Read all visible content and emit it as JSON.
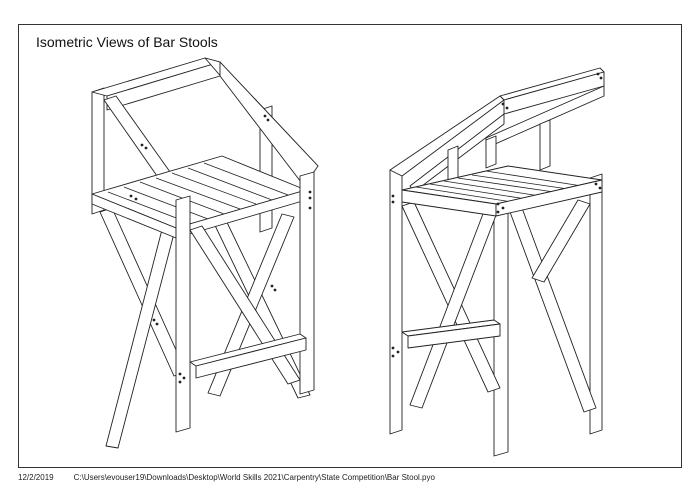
{
  "sheet": {
    "title": "Isometric Views of Bar Stools",
    "date": "12/2/2019",
    "file_path": "C:\\Users\\evouser19\\Downloads\\Desktop\\World Skills 2021\\Carpentry\\State Competition\\Bar Stool.pyo"
  },
  "views": [
    "left-stool-isometric",
    "right-stool-isometric"
  ]
}
